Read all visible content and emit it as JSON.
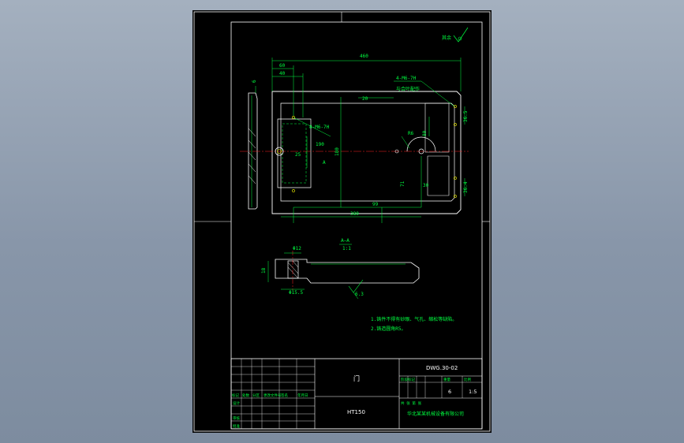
{
  "colors": {
    "outline": "#ffffff",
    "geometry": "#00ff40",
    "dimension": "#00ff40",
    "centerline": "#ff2020",
    "highlight": "#ffff00",
    "background": "#000000"
  },
  "dims": {
    "overall_width": "460",
    "left_offset": "40",
    "left_offset2": "60",
    "thickness_top": "6",
    "hole_note": "4-M6-7H",
    "hole_note2": "与合叶配作",
    "slot_note": "8-M6-7H",
    "height_mid": "180",
    "width_mid": "190",
    "depth": "25",
    "right_dim": "20",
    "small1": "80",
    "small2": "36.5",
    "small3": "71",
    "arc": "R6",
    "bottom1": "99",
    "bottom2": "380",
    "right_v1": "36.4",
    "right_v2": "36.4",
    "angle1": "30",
    "pointA": "A",
    "dia12": "Φ12",
    "dia15": "Φ15.5",
    "height18": "18",
    "roughness": "6.3",
    "section_label": "A—A",
    "section_scale": "1:1",
    "roughness_rest_label": "其余"
  },
  "notes": {
    "line1": "1.铸件不得有砂眼、气孔、缩松等缺陷。",
    "line2": "2.铸造圆角R5。"
  },
  "title_block": {
    "part_name": "门",
    "material": "HT150",
    "drawing_no": "DWG.30-02",
    "scale": "1:5",
    "sheet_count": "6",
    "company": "华北某某机械设备有限公司",
    "row_labels": [
      "标记",
      "处数",
      "分区",
      "更改文件号"
    ],
    "sign_label": "签名",
    "date_label": "年月日",
    "design_label": "设计",
    "check_label": "审核",
    "approve_label": "批准",
    "stage_label": "阶段标记",
    "weight_label": "重量",
    "scale_label": "比例",
    "sheet_label": "共 张 第 张"
  }
}
